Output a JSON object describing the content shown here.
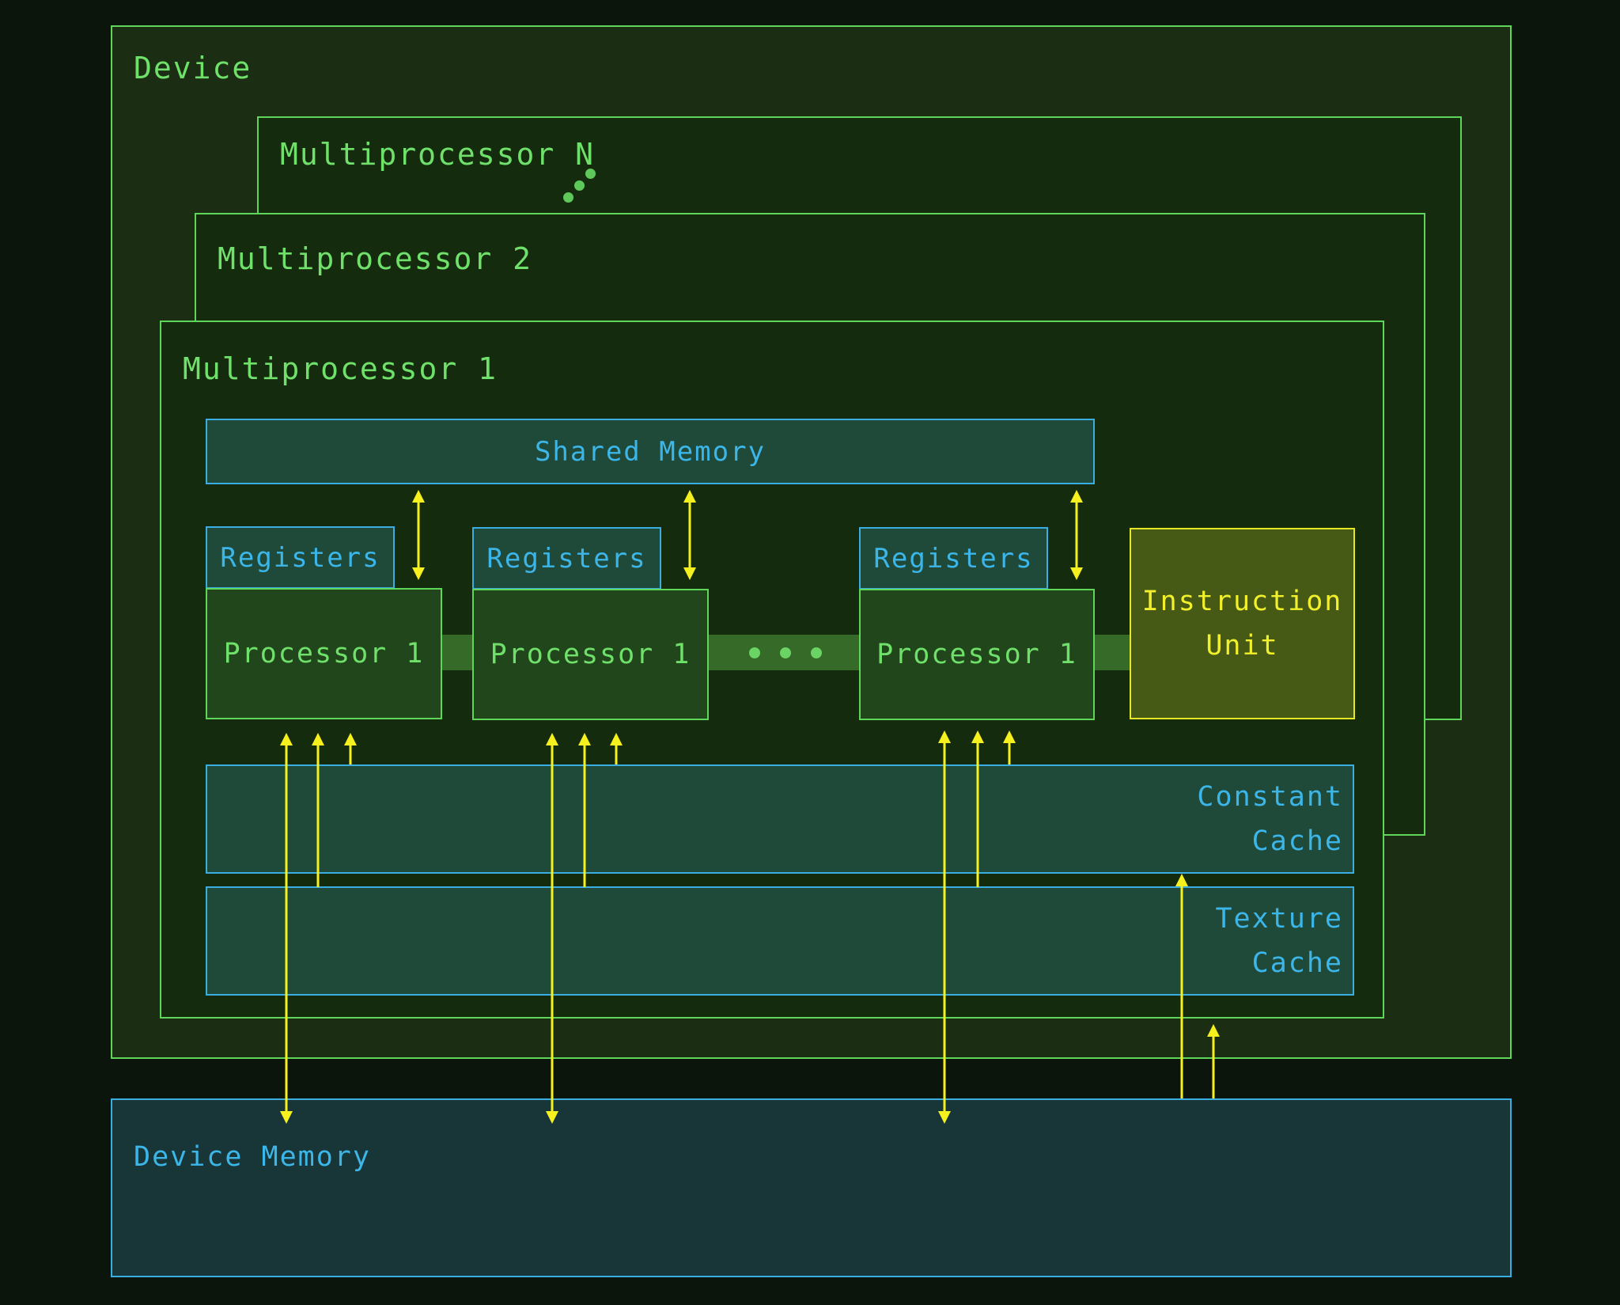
{
  "diagram": {
    "device": {
      "label": "Device"
    },
    "multiprocessors": [
      {
        "label": "Multiprocessor N"
      },
      {
        "label": "Multiprocessor 2"
      },
      {
        "label": "Multiprocessor 1"
      }
    ],
    "shared_memory": {
      "label": "Shared Memory"
    },
    "processor_units": [
      {
        "registers_label": "Registers",
        "processor_label": "Processor 1"
      },
      {
        "registers_label": "Registers",
        "processor_label": "Processor 1"
      },
      {
        "registers_label": "Registers",
        "processor_label": "Processor 1"
      }
    ],
    "instruction_unit": {
      "line1": "Instruction",
      "line2": "Unit"
    },
    "constant_cache": {
      "line1": "Constant",
      "line2": "Cache"
    },
    "texture_cache": {
      "line1": "Texture",
      "line2": "Cache"
    },
    "device_memory": {
      "label": "Device Memory"
    },
    "ellipsis_icons": [
      "vertical-ellipsis-icon",
      "horizontal-ellipsis-icon"
    ],
    "colors": {
      "background": "#0c150b",
      "device_fill": "#1b2d13",
      "multiprocessor_fill": "#152b0e",
      "green_border": "#5fd65a",
      "green_text": "#6fe06a",
      "memory_border": "#3aaee0",
      "memory_text": "#3cb6e8",
      "memory_fill": "#1f4a3a",
      "processor_fill": "#22461b",
      "bus_fill": "#356a28",
      "instruction_unit_fill": "#465a15",
      "instruction_unit_text": "#f2f02a",
      "arrow": "#f5f01e",
      "device_memory_fill": "#183537"
    },
    "connections": [
      {
        "from": "Shared Memory",
        "to": "Processor 1 (unit 1)",
        "direction": "bidirectional"
      },
      {
        "from": "Shared Memory",
        "to": "Processor 1 (unit 2)",
        "direction": "bidirectional"
      },
      {
        "from": "Shared Memory",
        "to": "Processor 1 (unit 3)",
        "direction": "bidirectional"
      },
      {
        "from": "Device Memory",
        "to": "Processor (each unit)",
        "direction": "bidirectional"
      },
      {
        "from": "Texture Cache",
        "to": "Processor (each unit)",
        "direction": "one-way"
      },
      {
        "from": "Constant Cache",
        "to": "Processor (each unit)",
        "direction": "one-way"
      },
      {
        "from": "Device Memory",
        "to": "Constant Cache",
        "direction": "one-way"
      },
      {
        "from": "Device Memory",
        "to": "Texture Cache",
        "direction": "one-way"
      }
    ]
  }
}
